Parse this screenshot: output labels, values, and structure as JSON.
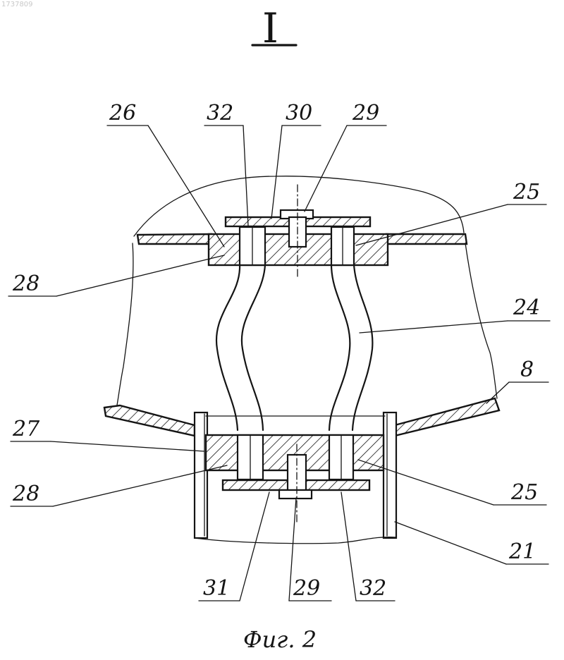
{
  "figure": {
    "corner_text": "1737809",
    "view_label": "I",
    "caption": "Фиг. 2",
    "labels": {
      "l26": "26",
      "l32_top": "32",
      "l30": "30",
      "l29_top": "29",
      "l25_top": "25",
      "l28_top": "28",
      "l24": "24",
      "l8": "8",
      "l27": "27",
      "l28_bottom": "28",
      "l25_bottom": "25",
      "l21": "21",
      "l31": "31",
      "l29_bottom": "29",
      "l32_bottom": "32"
    }
  }
}
